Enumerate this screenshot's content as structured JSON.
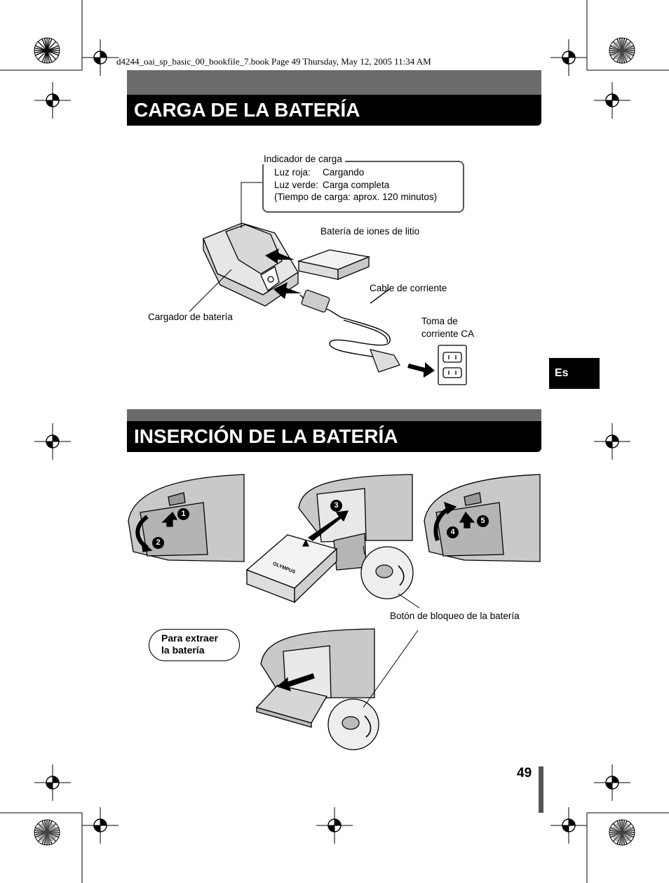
{
  "header": {
    "file_info": "d4244_oai_sp_basic_00_bookfile_7.book  Page 49  Thursday, May 12, 2005  11:34 AM"
  },
  "section1": {
    "title": "CARGA DE LA BATERÍA",
    "callout": {
      "title": "Indicador de carga",
      "red_label": "Luz roja:",
      "red_value": "Cargando",
      "green_label": "Luz verde:",
      "green_value": "Carga completa",
      "time_note": "(Tiempo de carga: aprox. 120 minutos)"
    },
    "labels": {
      "battery": "Batería de iones de litio",
      "cable": "Cable de corriente",
      "charger": "Cargador de batería",
      "outlet_line1": "Toma de",
      "outlet_line2": "corriente CA"
    }
  },
  "side_tab": {
    "language": "Es"
  },
  "section2": {
    "title": "INSERCIÓN DE LA BATERÍA",
    "lock_button_label": "Botón de bloqueo de la batería",
    "remove_pill_line1": "Para extraer",
    "remove_pill_line2": "la batería",
    "step_numbers": [
      "1",
      "2",
      "3",
      "4",
      "5"
    ],
    "battery_brand": "OLYMPUS"
  },
  "footer": {
    "page_number": "49"
  }
}
